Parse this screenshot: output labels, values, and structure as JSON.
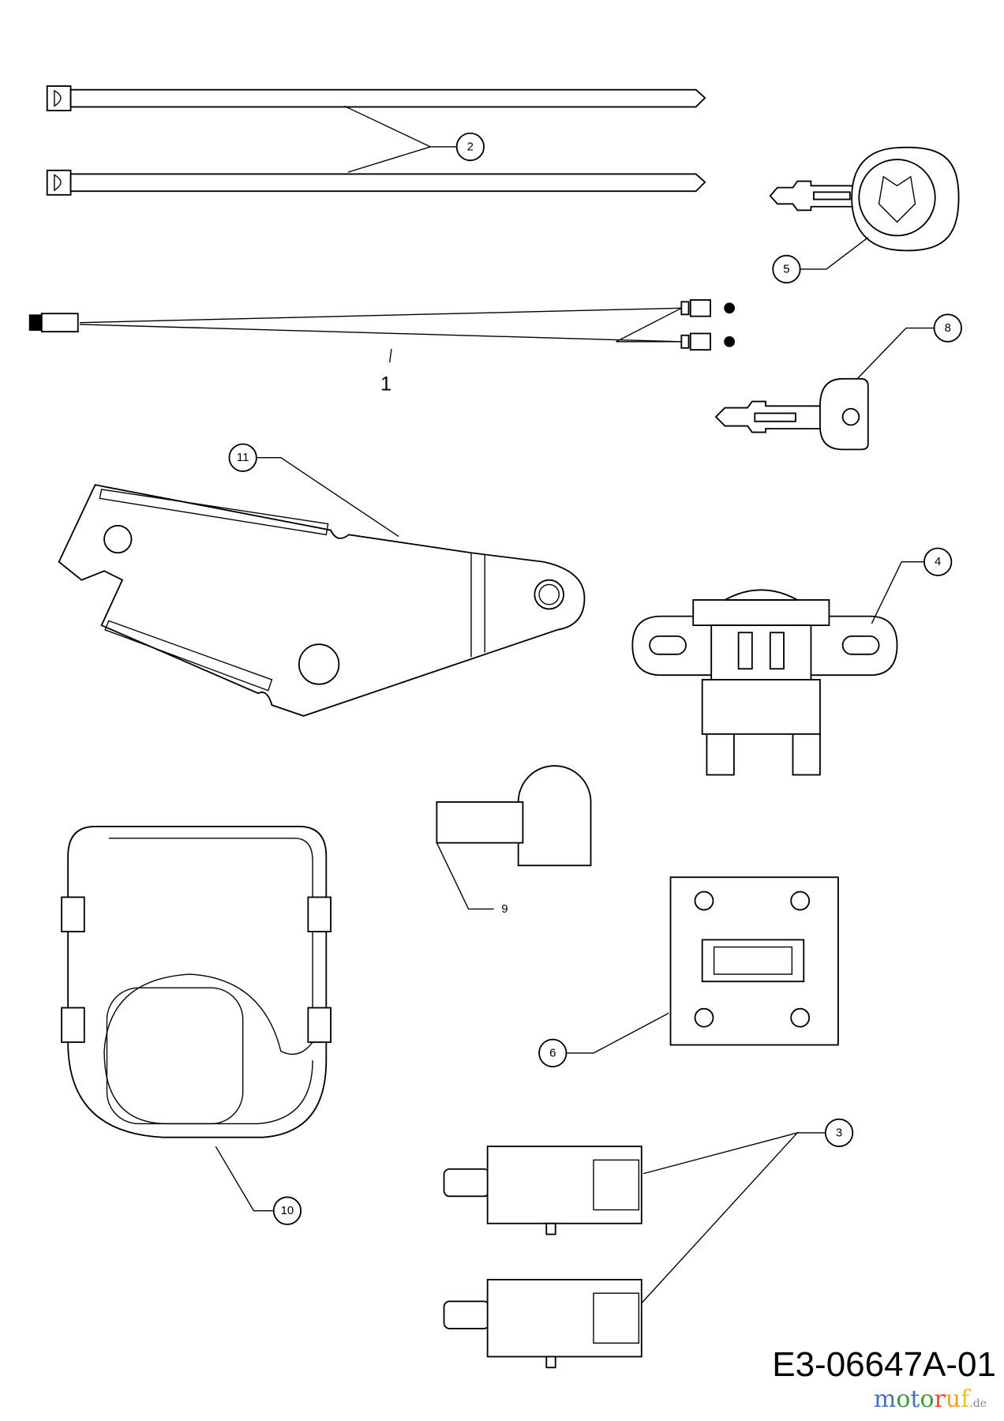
{
  "diagram": {
    "callouts": {
      "c1": "1",
      "c2": "2",
      "c3": "3",
      "c4": "4",
      "c5": "5",
      "c6": "6",
      "c8": "8",
      "c9": "9",
      "c10": "10",
      "c11": "11"
    },
    "drawing_code": "E3-06647A-01",
    "watermark": "motoruf.de",
    "watermark_colors": [
      "#4a6fc0",
      "#3c9a3c",
      "#e0508a",
      "#e05030",
      "#f0a020"
    ]
  }
}
